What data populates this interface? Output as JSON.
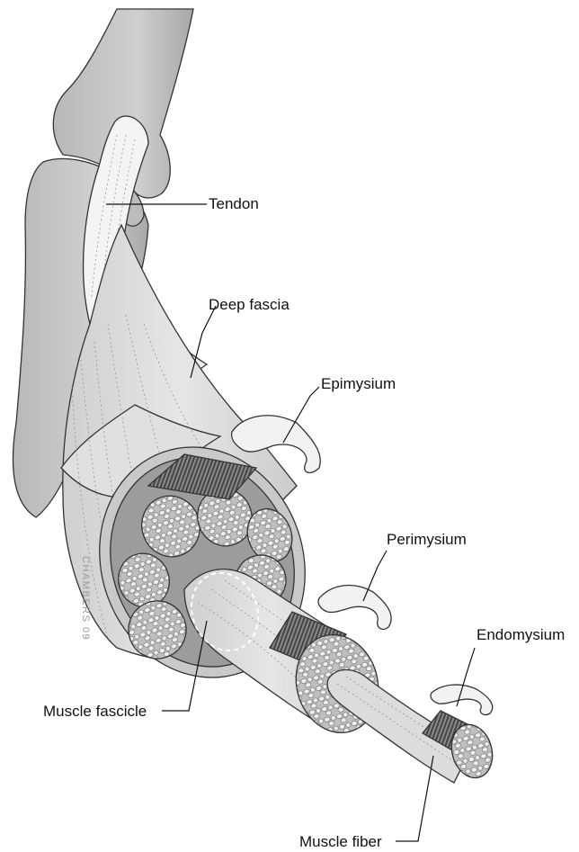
{
  "labels": {
    "tendon": "Tendon",
    "deep_fascia": "Deep fascia",
    "epimysium": "Epimysium",
    "perimysium": "Perimysium",
    "endomysium": "Endomysium",
    "muscle_fascicle": "Muscle fascicle",
    "muscle_fiber": "Muscle fiber"
  },
  "watermark": "CHAMBERS 09",
  "colors": {
    "bone": "#c8c8c8",
    "bone_shadow": "#a9a9a9",
    "muscle": "#d6d6d6",
    "muscle_light": "#e9e9e9",
    "cut_face": "#bdbdbd",
    "fascicle_face": "#d0d0d0",
    "dark_fiber": "#555555"
  }
}
